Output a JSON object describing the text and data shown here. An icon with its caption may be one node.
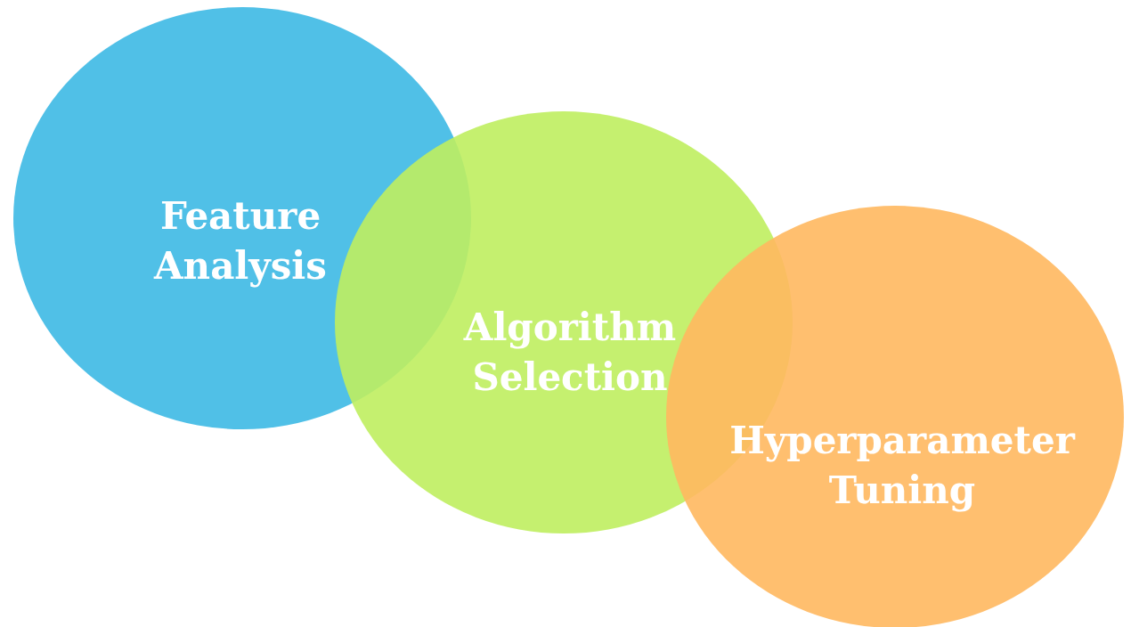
{
  "diagram": {
    "nodes": [
      {
        "text": [
          "Feature Analysis"
        ]
      },
      {
        "text": [
          "Algorithm Selection"
        ]
      },
      {
        "text": [
          "Hyperparameter Tuning"
        ]
      }
    ]
  }
}
